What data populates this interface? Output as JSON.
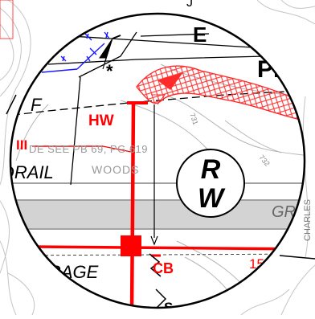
{
  "map": {
    "labels": {
      "e_label": "E",
      "pl_label": "PL",
      "f_label": "F",
      "hw_label": "HW",
      "iii_label": "III",
      "see_pb_label": "DE SEE PB 69, PG 619",
      "woods_label": "WOODS",
      "rail_label": "DRAIL",
      "gr_label": "GR",
      "rage_label": "RAGE",
      "cb_label": "CB",
      "s_label": "S",
      "fifteen_label": "15",
      "r_label": "R",
      "w_label": "W",
      "contour_731": "731",
      "contour_732": "732",
      "tl_glyph": "J",
      "side_text": "CHARLES"
    },
    "colors": {
      "utility_red": "#ff0000",
      "building_red": "#ff2a2a",
      "hatch_red": "#ff3333",
      "blue": "#1a1aff",
      "gray_band": "#d3d3d3",
      "contour_gray": "#b0b0b0",
      "line_black": "#000000"
    },
    "icons": [
      "north-arrow-icon",
      "rw-circle-symbol",
      "catch-basin-symbol",
      "marsh-symbol"
    ]
  }
}
